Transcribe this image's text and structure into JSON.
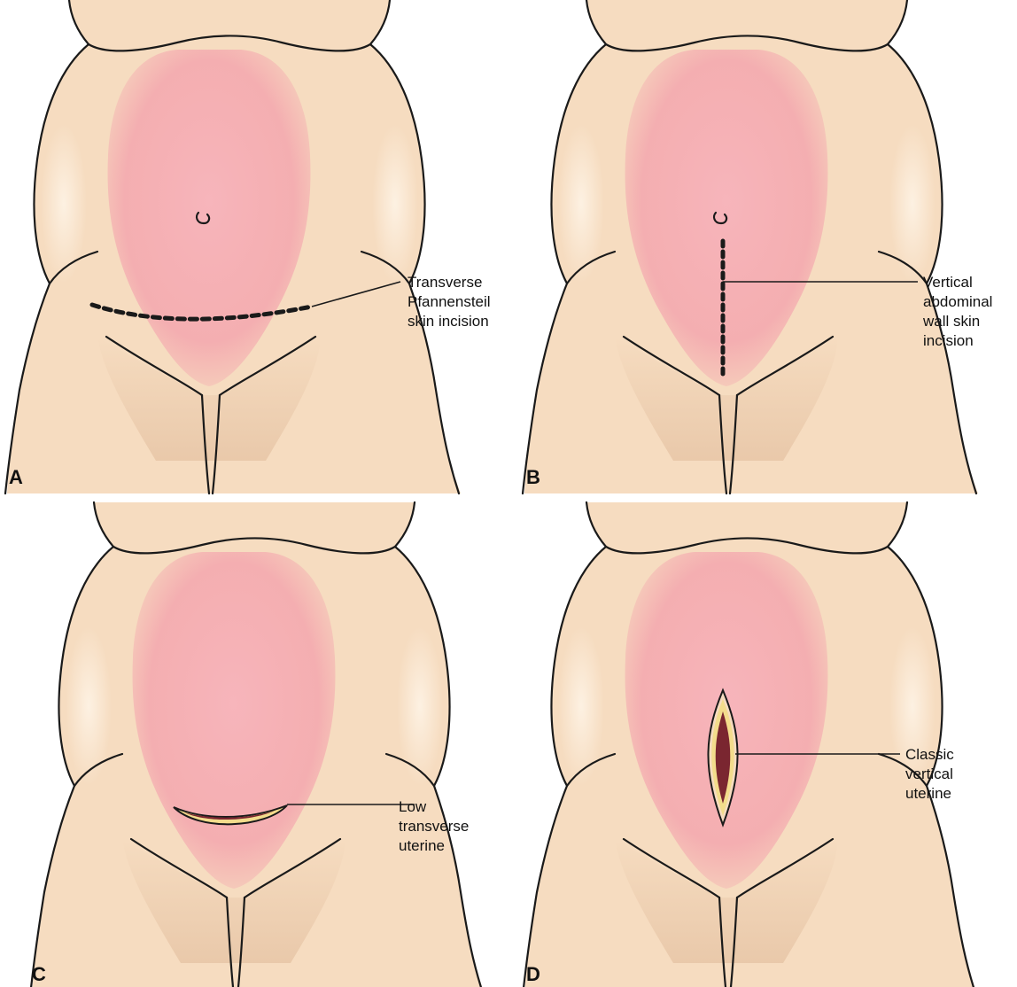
{
  "panels": [
    {
      "letter": "A",
      "label_lines": [
        "Transverse",
        "Pfannensteil",
        "skin incision"
      ]
    },
    {
      "letter": "B",
      "label_lines": [
        "Vertical",
        "abdominal",
        "wall skin",
        "incision"
      ]
    },
    {
      "letter": "C",
      "label_lines": [
        "Low",
        "transverse",
        "uterine"
      ]
    },
    {
      "letter": "D",
      "label_lines": [
        "Classic",
        "vertical",
        "uterine"
      ]
    }
  ],
  "colors": {
    "skin": "#f6dcc0",
    "skin_shadow": "#e2bc9c",
    "skin_highlight": "#fbead7",
    "uterus_pink": "#f4a3ad",
    "incision_dark": "#7a2630",
    "incision_yellow": "#f3dc8c",
    "outline": "#1a1a1a"
  }
}
